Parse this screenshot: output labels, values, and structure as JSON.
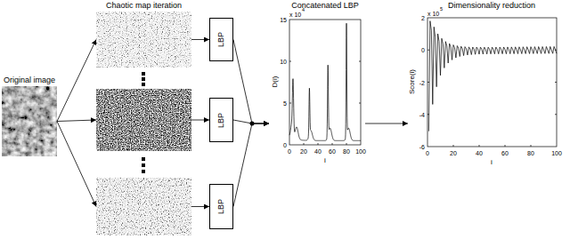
{
  "diagram": {
    "nodes": [
      {
        "text": [
          "Original image"
        ]
      },
      {
        "text": [
          "Chaotic map iteration"
        ]
      },
      {
        "text": []
      },
      {
        "text": []
      },
      {
        "text": [
          "LBP"
        ]
      },
      {
        "text": [
          "LBP"
        ]
      },
      {
        "text": [
          "LBP"
        ]
      },
      {
        "text": [
          "Concatenated LBP"
        ]
      },
      {
        "text": [
          "Dimensionality reduction"
        ]
      }
    ],
    "edges": [
      {
        "from": 0,
        "to": 1,
        "arrow": "to"
      },
      {
        "from": 0,
        "to": 2,
        "arrow": "to"
      },
      {
        "from": 0,
        "to": 3,
        "arrow": "to"
      },
      {
        "from": 1,
        "to": 4,
        "arrow": "to"
      },
      {
        "from": 2,
        "to": 5,
        "arrow": "to"
      },
      {
        "from": 3,
        "to": 6,
        "arrow": "to"
      },
      {
        "from": 4,
        "to": 7,
        "arrow": "to"
      },
      {
        "from": 5,
        "to": 7,
        "arrow": "to"
      },
      {
        "from": 6,
        "to": 7,
        "arrow": "to"
      },
      {
        "from": 7,
        "to": 8,
        "arrow": "to"
      }
    ],
    "labels": [
      "x 10",
      "4",
      "0",
      "5",
      "10",
      "15",
      "D(i)",
      "0",
      "20",
      "40",
      "60",
      "80",
      "100",
      "i",
      "x 10",
      "5",
      "2",
      "0",
      "-2",
      "-4",
      "-6",
      "Score(i)",
      "0",
      "20",
      "40",
      "60",
      "80",
      "100",
      "i"
    ]
  }
}
